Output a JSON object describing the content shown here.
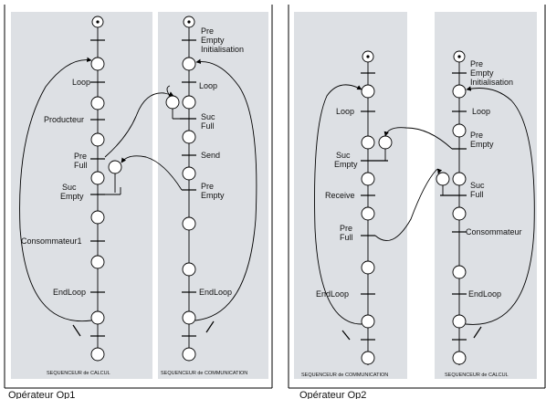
{
  "panels": [
    {
      "caption": "Opérateur Op1",
      "columns": [
        {
          "footer": "SEQUENCEUR de CALCUL",
          "labels": [
            "Loop",
            "Producteur",
            "Pre\nFull",
            "Suc\nEmpty",
            "Consommateur1",
            "EndLoop"
          ]
        },
        {
          "footer": "SEQUENCEUR de COMMUNICATION",
          "labels": [
            "Pre\nEmpty\nInitialisation",
            "Loop",
            "Suc\nFull",
            "Send",
            "Pre\nEmpty",
            "EndLoop"
          ]
        }
      ]
    },
    {
      "caption": "Opérateur Op2",
      "columns": [
        {
          "footer": "SEQUENCEUR de COMMUNICATION",
          "labels": [
            "Loop",
            "Suc\nEmpty",
            "Receive",
            "Pre\nFull",
            "EndLoop"
          ]
        },
        {
          "footer": "SEQUENCEUR de CALCUL",
          "labels": [
            "Pre\nEmpty\nInitialisation",
            "Loop",
            "Pre\nEmpty",
            "Suc\nFull",
            "Consommateur",
            "EndLoop"
          ]
        }
      ]
    }
  ]
}
